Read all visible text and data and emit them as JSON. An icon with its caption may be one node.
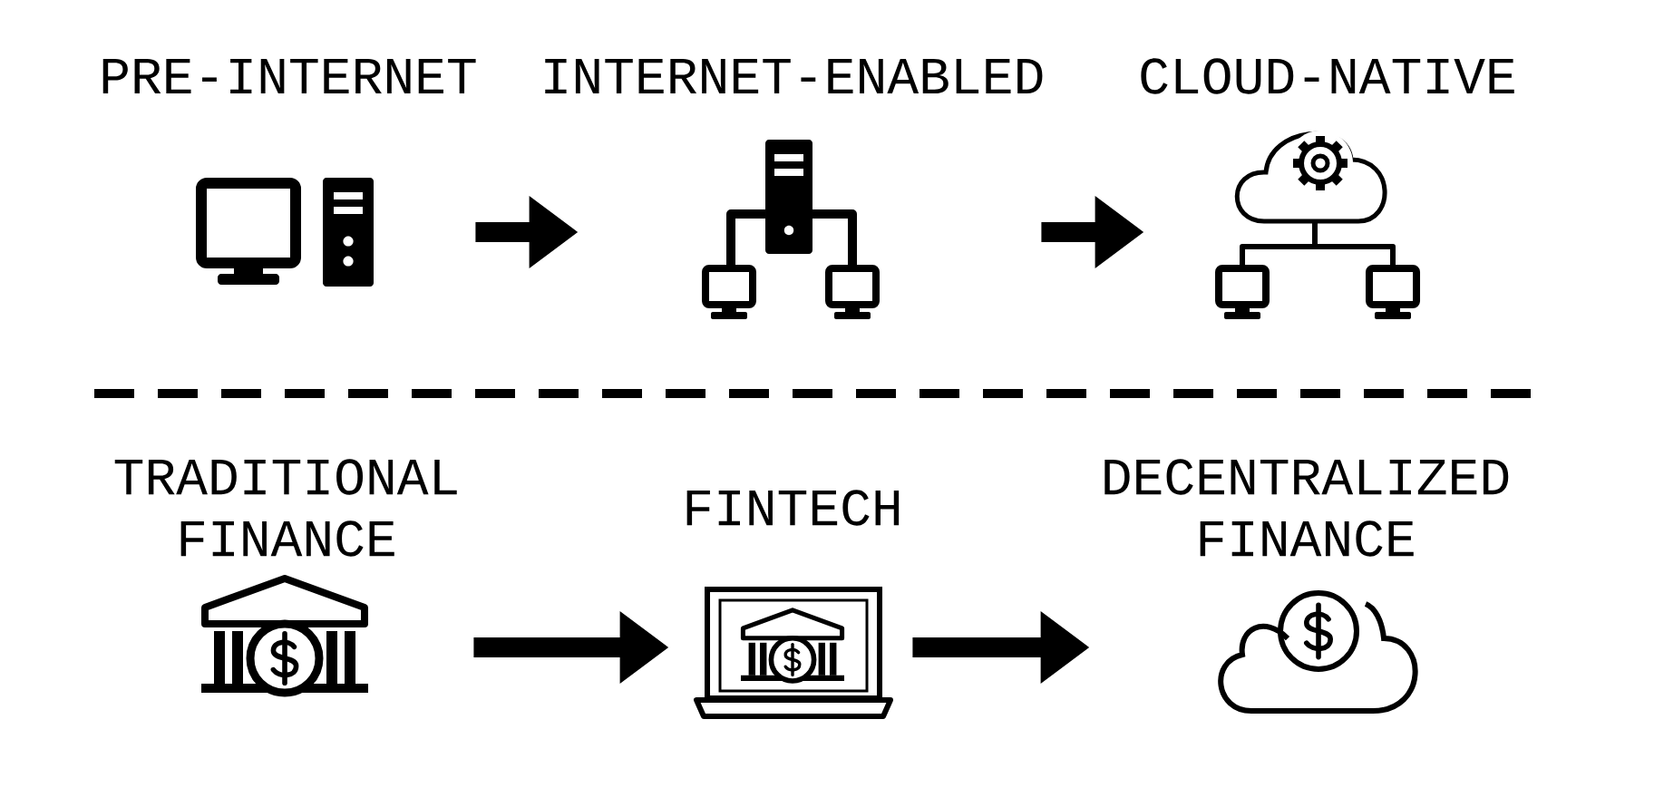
{
  "diagram": {
    "nodes": [
      {
        "text": [
          "PRE-INTERNET"
        ]
      },
      {
        "text": [
          "INTERNET-ENABLED"
        ]
      },
      {
        "text": [
          "CLOUD-NATIVE"
        ]
      },
      {
        "text": [
          "TRADITIONAL FINANCE"
        ]
      },
      {
        "text": [
          "FINTECH"
        ]
      },
      {
        "text": [
          "DECENTRALIZED FINANCE"
        ]
      }
    ],
    "edges": [
      {
        "from": 0,
        "to": 1,
        "arrow": "to"
      },
      {
        "from": 1,
        "to": 2,
        "arrow": "to"
      },
      {
        "from": 3,
        "to": 4,
        "arrow": "to"
      },
      {
        "from": 4,
        "to": 5,
        "arrow": "to"
      }
    ]
  }
}
